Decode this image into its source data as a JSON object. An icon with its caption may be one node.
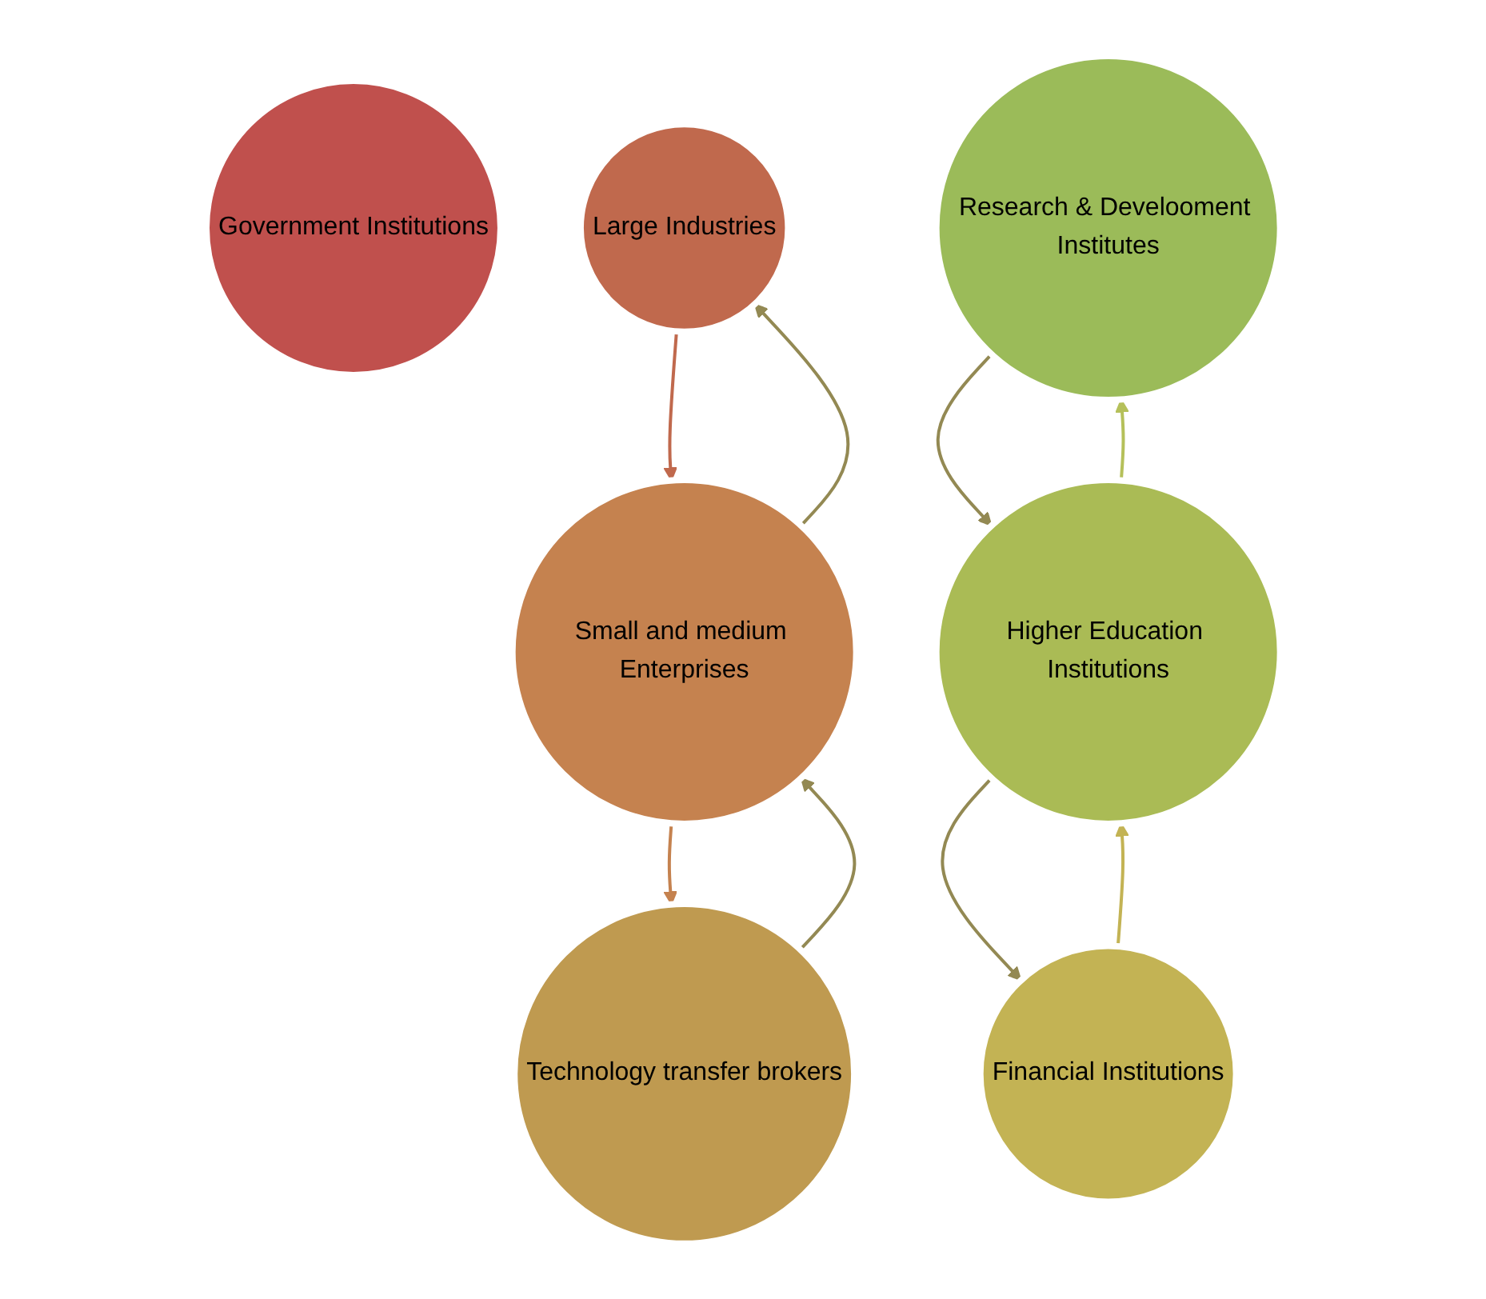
{
  "diagram": {
    "nodes": [
      {
        "text": [
          "Government Institutions"
        ]
      },
      {
        "text": [
          "Large Industries"
        ]
      },
      {
        "text": [
          "Research & Develooment Institutes"
        ]
      },
      {
        "text": [
          "Small and medium Enterprises"
        ]
      },
      {
        "text": [
          "Higher Education Institutions"
        ]
      },
      {
        "text": [
          "Technology transfer brokers"
        ]
      },
      {
        "text": [
          "Financial Institutions"
        ]
      }
    ],
    "edges": [
      {
        "from": 3,
        "to": 1,
        "arrow": "to"
      },
      {
        "from": 1,
        "to": 3,
        "arrow": "to",
        "color": "#c0694d"
      },
      {
        "from": 3,
        "to": 5,
        "arrow": "to",
        "color": "#c5824f"
      },
      {
        "from": 5,
        "to": 3,
        "arrow": "to"
      },
      {
        "from": 6,
        "to": 4,
        "arrow": "to",
        "color": "#c3b354"
      },
      {
        "from": 4,
        "to": 6,
        "arrow": "to"
      },
      {
        "from": 4,
        "to": 2,
        "arrow": "to",
        "color": "#b5c05a"
      },
      {
        "from": 2,
        "to": 4,
        "arrow": "to"
      }
    ]
  }
}
